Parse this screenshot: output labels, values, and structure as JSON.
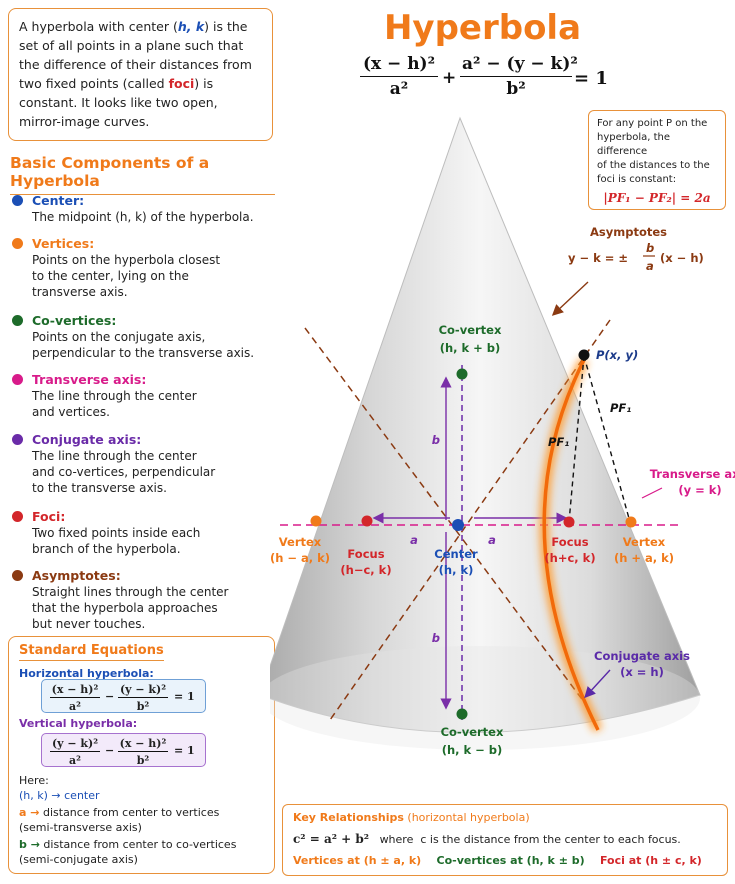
{
  "intro": {
    "l1a": "A hyperbola with center (",
    "l1hk": "h, k",
    "l1b": ") is the",
    "l2": "set of all points in a plane such that",
    "l3": "the difference of their distances from",
    "l4a": "two fixed points (called ",
    "l4foci": "foci",
    "l4b": ") is",
    "l5": "constant. It looks like two open,",
    "l6": "mirror-image curves."
  },
  "title": "Hyperbola",
  "main_eq": {
    "t1_num": "(x − h)²",
    "t1_den": "a²",
    "plus": "+",
    "t2_num": "a² − (y − k)²",
    "t2_den": "b²",
    "eq": "= 1"
  },
  "pf_box": {
    "l1": "For any point P on the",
    "l2": "hyperbola, the difference",
    "l3": "of the distances to the",
    "l4": "foci is constant:",
    "eq": "|PF₁ − PF₂| = 2a"
  },
  "section_title": "Basic Components of a Hyperbola",
  "components": [
    {
      "name": "Center:",
      "color": "#1b4fb5",
      "desc": [
        "The midpoint (h, k) of the hyperbola."
      ]
    },
    {
      "name": "Vertices:",
      "color": "#f07a1a",
      "desc": [
        "Points on the hyperbola closest",
        "to the center, lying on the",
        "transverse axis."
      ]
    },
    {
      "name": "Co-vertices:",
      "color": "#1d6b2a",
      "desc": [
        "Points on the conjugate axis,",
        "perpendicular to the transverse axis."
      ]
    },
    {
      "name": "Transverse axis:",
      "color": "#d81b8a",
      "desc": [
        "The line through the center",
        "and vertices."
      ]
    },
    {
      "name": "Conjugate axis:",
      "color": "#6a2ba8",
      "desc": [
        "The line through the center",
        "and co-vertices, perpendicular",
        "to the transverse axis."
      ]
    },
    {
      "name": "Foci:",
      "color": "#d3262a",
      "desc": [
        "Two fixed points inside each",
        "branch of the hyperbola."
      ]
    },
    {
      "name": "Asymptotes:",
      "color": "#8b3a12",
      "desc": [
        "Straight lines through the center",
        "that the hyperbola approaches",
        "but never touches."
      ]
    }
  ],
  "std": {
    "title": "Standard Equations",
    "horizontal_label": "Horizontal hyperbola:",
    "h_num1": "(x − h)²",
    "h_den1": "a²",
    "h_op": "−",
    "h_num2": "(y − k)²",
    "h_den2": "b²",
    "h_eq": "= 1",
    "vertical_label": "Vertical hyperbola:",
    "v_num1": "(y − k)²",
    "v_den1": "a²",
    "v_op": "−",
    "v_num2": "(x − h)²",
    "v_den2": "b²",
    "v_eq": "= 1",
    "here": "Here:",
    "hk_line": "(h, k) → center",
    "a_key": "a →",
    "a_line1": "distance from center to vertices",
    "a_line2": "(semi-transverse axis)",
    "b_key": "b →",
    "b_line1": "distance from center to co-vertices",
    "b_line2": "(semi-conjugate axis)"
  },
  "key": {
    "title": "Key Relationships",
    "subtitle": "(horizontal hyperbola)",
    "eq": "c² = a² + b²",
    "where": "where",
    "where_text": "c is the distance from the center to each focus.",
    "vertices": "Vertices at (h ± a, k)",
    "covertices": "Co-vertices at (h, k ± b)",
    "foci": "Foci at (h ± c, k)"
  },
  "diagram": {
    "asymptotes_title": "Asymptotes",
    "asym_lhs": "y − k = ±",
    "asym_b": "b",
    "asym_a": "a",
    "asym_rhs": "(x − h)",
    "covertex_top": "Co-vertex",
    "covertex_top_coord": "(h, k + b)",
    "covertex_bottom": "Co-vertex",
    "covertex_bottom_coord": "(h, k − b)",
    "point_p": "P(x, y)",
    "pf1": "PF₁",
    "pf1b": "PF₁",
    "b_top": "b",
    "b_bottom": "b",
    "a_left": "a",
    "a_right": "a",
    "transverse": "Transverse axis",
    "transverse_eq": "(y = k)",
    "vertex_left": "Vertex",
    "vertex_left_coord": "(h − a, k)",
    "focus_left": "Focus",
    "focus_left_coord": "(h−c, k)",
    "center": "Center",
    "center_coord": "(h, k)",
    "focus_right": "Focus",
    "focus_right_coord": "(h+c, k)",
    "vertex_right": "Vertex",
    "vertex_right_coord": "(h + a, k)",
    "conjugate": "Conjugate axis",
    "conjugate_eq": "(x = h)"
  }
}
